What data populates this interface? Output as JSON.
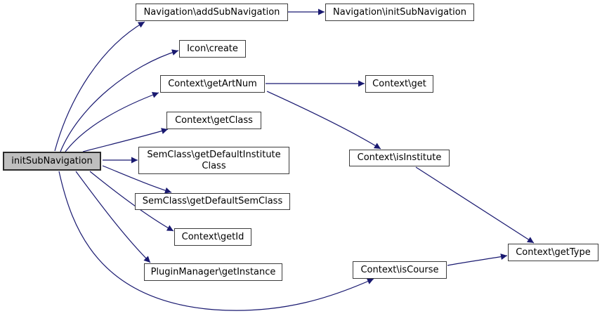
{
  "diagram": {
    "type": "call-graph",
    "colors": {
      "edge": "#191970",
      "node_border": "#3d3d3d",
      "node_fill": "#ffffff",
      "root_fill": "#bfbfbf",
      "text": "#000000"
    },
    "nodes": [
      {
        "id": "initSubNavigation",
        "label": "initSubNavigation",
        "label2": "",
        "root": true
      },
      {
        "id": "Navigation-addSubNavigation",
        "label": "Navigation\\addSubNavigation",
        "label2": "",
        "root": false
      },
      {
        "id": "Navigation-initSubNavigation",
        "label": "Navigation\\initSubNavigation",
        "label2": "",
        "root": false
      },
      {
        "id": "Icon-create",
        "label": "Icon\\create",
        "label2": "",
        "root": false
      },
      {
        "id": "Context-getArtNum",
        "label": "Context\\getArtNum",
        "label2": "",
        "root": false
      },
      {
        "id": "Context-get",
        "label": "Context\\get",
        "label2": "",
        "root": false
      },
      {
        "id": "Context-getClass",
        "label": "Context\\getClass",
        "label2": "",
        "root": false
      },
      {
        "id": "SemClass-getDefaultInstituteClass",
        "label": "SemClass\\getDefaultInstitute",
        "label2": "Class",
        "root": false
      },
      {
        "id": "SemClass-getDefaultSemClass",
        "label": "SemClass\\getDefaultSemClass",
        "label2": "",
        "root": false
      },
      {
        "id": "Context-getId",
        "label": "Context\\getId",
        "label2": "",
        "root": false
      },
      {
        "id": "PluginManager-getInstance",
        "label": "PluginManager\\getInstance",
        "label2": "",
        "root": false
      },
      {
        "id": "Context-isInstitute",
        "label": "Context\\isInstitute",
        "label2": "",
        "root": false
      },
      {
        "id": "Context-isCourse",
        "label": "Context\\isCourse",
        "label2": "",
        "root": false
      },
      {
        "id": "Context-getType",
        "label": "Context\\getType",
        "label2": "",
        "root": false
      }
    ],
    "edges": [
      {
        "from": "initSubNavigation",
        "to": "Navigation-addSubNavigation"
      },
      {
        "from": "Navigation-addSubNavigation",
        "to": "Navigation-initSubNavigation"
      },
      {
        "from": "initSubNavigation",
        "to": "Icon-create"
      },
      {
        "from": "initSubNavigation",
        "to": "Context-getArtNum"
      },
      {
        "from": "Context-getArtNum",
        "to": "Context-get"
      },
      {
        "from": "Context-getArtNum",
        "to": "Context-isInstitute"
      },
      {
        "from": "initSubNavigation",
        "to": "Context-getClass"
      },
      {
        "from": "initSubNavigation",
        "to": "SemClass-getDefaultInstituteClass"
      },
      {
        "from": "initSubNavigation",
        "to": "SemClass-getDefaultSemClass"
      },
      {
        "from": "initSubNavigation",
        "to": "Context-getId"
      },
      {
        "from": "initSubNavigation",
        "to": "PluginManager-getInstance"
      },
      {
        "from": "initSubNavigation",
        "to": "Context-isCourse"
      },
      {
        "from": "Context-isInstitute",
        "to": "Context-getType"
      },
      {
        "from": "Context-isCourse",
        "to": "Context-getType"
      }
    ]
  }
}
